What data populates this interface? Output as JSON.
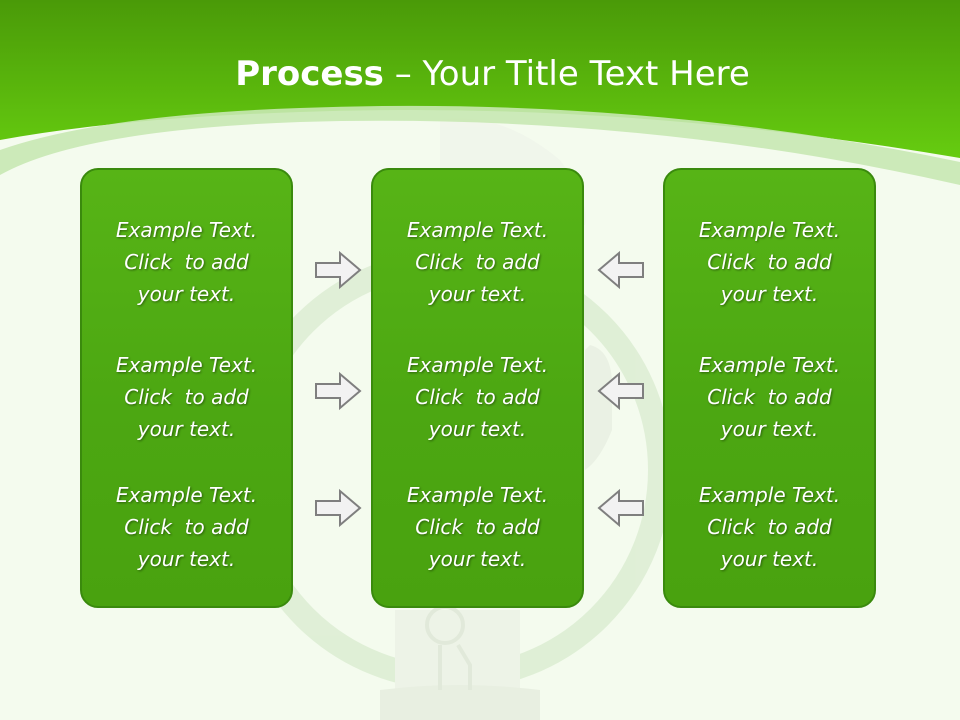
{
  "slide": {
    "title_bold": "Process",
    "title_rest": " – Your Title Text Here",
    "colors": {
      "header_green": "#5cc60d",
      "box_green": "#4ca712",
      "box_border": "#3a8a0d",
      "background": "#f4fbee",
      "arrow_fill": "#f2f2f2",
      "arrow_stroke": "#7f7f7f"
    },
    "columns": [
      {
        "id": "left",
        "items": [
          {
            "line1": "Example Text.",
            "line2": "Click  to add",
            "line3": "your text."
          },
          {
            "line1": "Example Text.",
            "line2": "Click  to add",
            "line3": "your text."
          },
          {
            "line1": "Example Text.",
            "line2": "Click  to add",
            "line3": "your text."
          }
        ]
      },
      {
        "id": "middle",
        "items": [
          {
            "line1": "Example Text.",
            "line2": "Click  to add",
            "line3": "your text."
          },
          {
            "line1": "Example Text.",
            "line2": "Click  to add",
            "line3": "your text."
          },
          {
            "line1": "Example Text.",
            "line2": "Click  to add",
            "line3": "your text."
          }
        ]
      },
      {
        "id": "right",
        "items": [
          {
            "line1": "Example Text.",
            "line2": "Click  to add",
            "line3": "your text."
          },
          {
            "line1": "Example Text.",
            "line2": "Click  to add",
            "line3": "your text."
          },
          {
            "line1": "Example Text.",
            "line2": "Click  to add",
            "line3": "your text."
          }
        ]
      }
    ],
    "arrows": {
      "left_to_middle": [
        "arrow-right-icon",
        "arrow-right-icon",
        "arrow-right-icon"
      ],
      "right_to_middle": [
        "arrow-left-icon",
        "arrow-left-icon",
        "arrow-left-icon"
      ]
    }
  }
}
